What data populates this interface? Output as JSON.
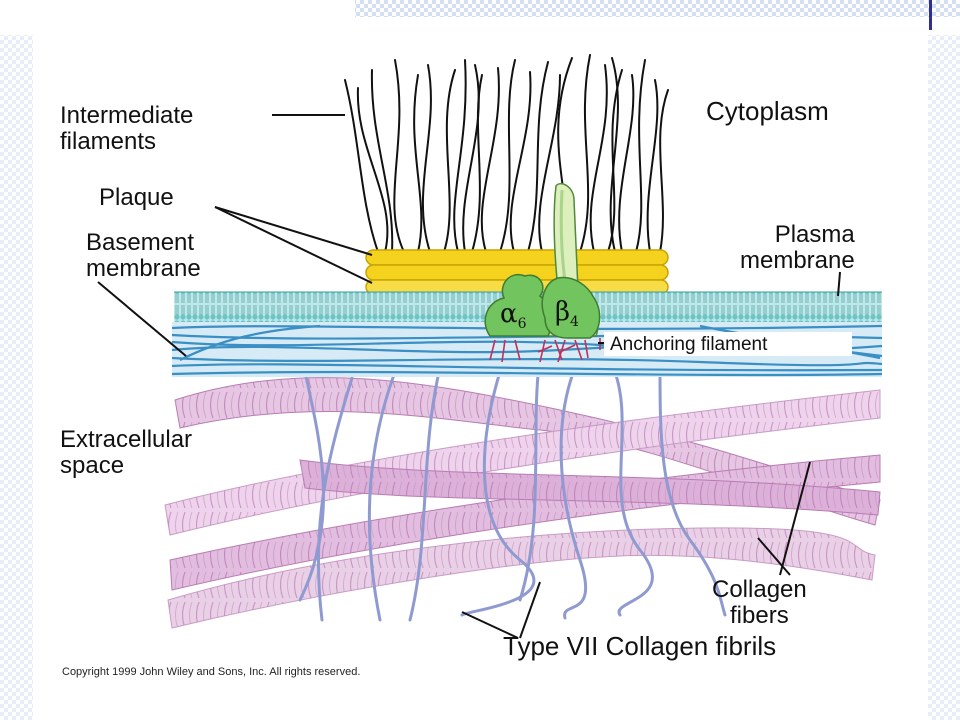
{
  "labels": {
    "intermediate_filaments": "Intermediate\nfilaments",
    "cytoplasm": "Cytoplasm",
    "plaque": "Plaque",
    "basement_membrane": "Basement\nmembrane",
    "plasma_membrane": "Plasma\nmembrane",
    "alpha": "α",
    "alpha_sub": "6",
    "beta": "β",
    "beta_sub": "4",
    "anchoring_filament": "Anchoring filament",
    "extracellular_space": "Extracellular\nspace",
    "collagen_fibers": "Collagen\nfibers",
    "type_vii": "Type VII Collagen fibrils",
    "copyright": "Copyright 1999 John Wiley and Sons, Inc. All rights reserved."
  },
  "colors": {
    "slide_accent": "#2f2f8f",
    "slide_pattern": "#c8d8f0",
    "plaque": "#f5d21e",
    "plaque_outline": "#c9a400",
    "plasma_membrane": "#7ecfd0",
    "basement_fibers": "#3a8fc4",
    "integrin": "#6fca62",
    "integrin_pale": "#d8efb9",
    "collagen": "#d6a0cf",
    "collagen_dark": "#b77bb3",
    "type_vii": "#8f9ad0",
    "anchoring": "#c0305a",
    "filament": "#111111"
  },
  "icons": [
    "intermediate-filaments",
    "plaque",
    "plasma-membrane",
    "alpha6-integrin",
    "beta4-integrin",
    "basement-membrane",
    "anchoring-filaments",
    "collagen-fibers",
    "type-vii-fibrils"
  ]
}
